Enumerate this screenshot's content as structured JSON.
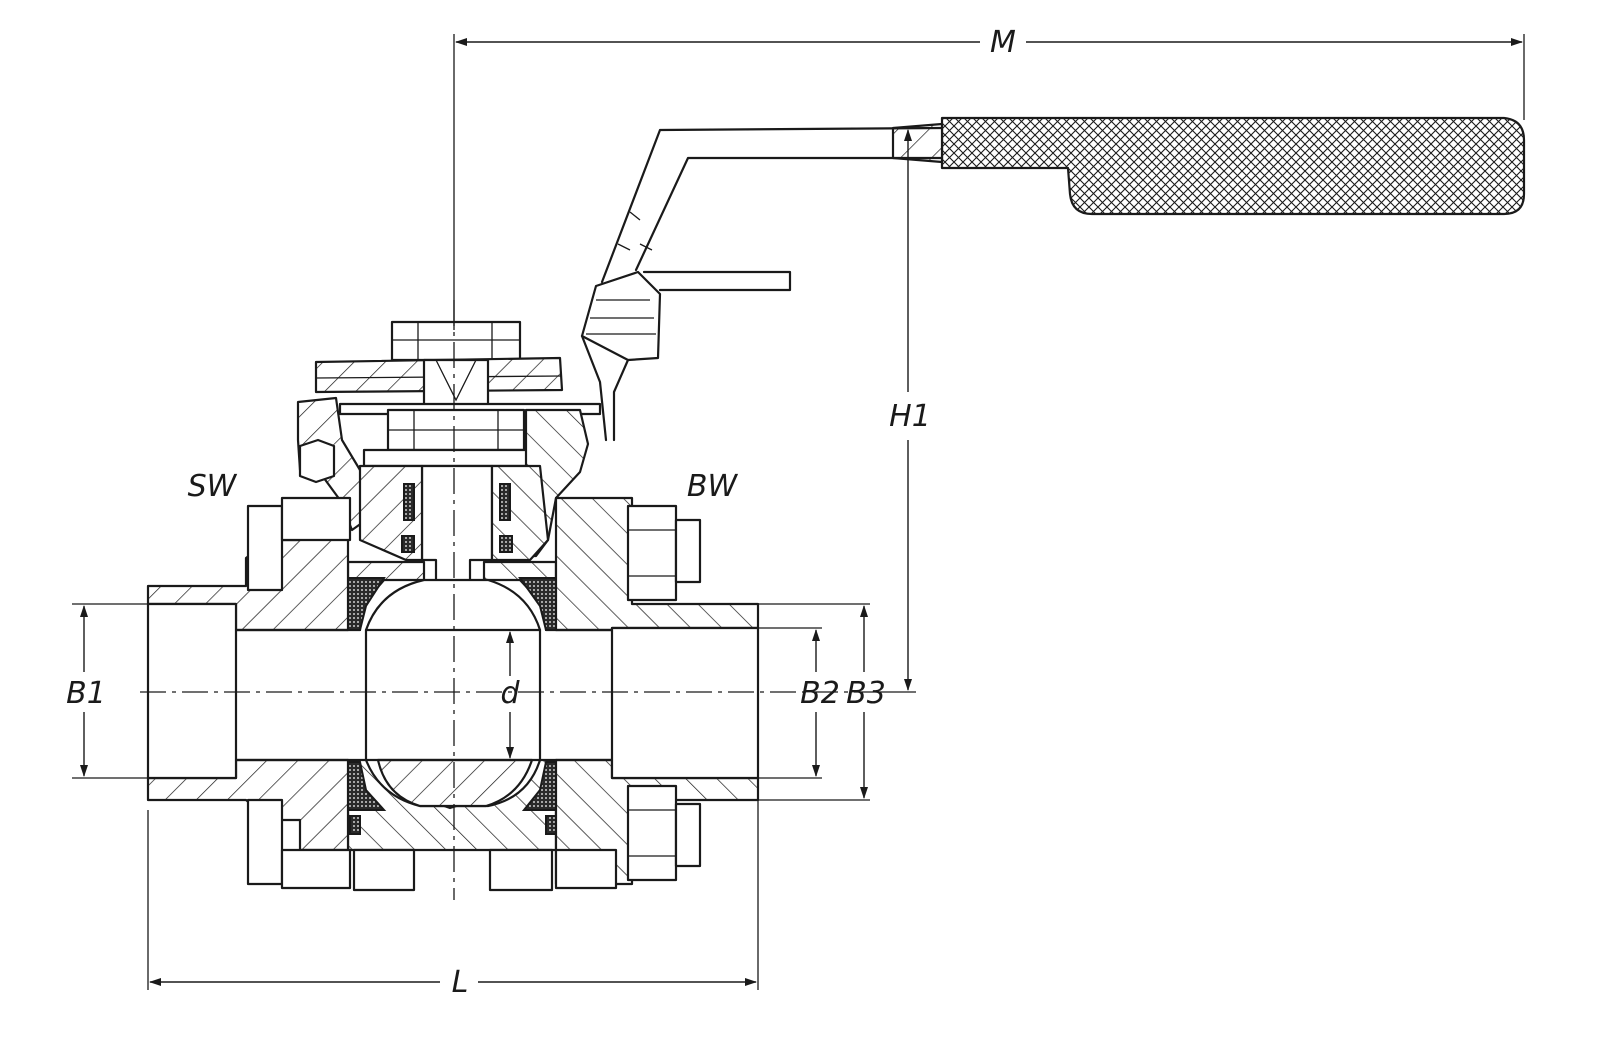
{
  "labels": {
    "dim_m": "M",
    "dim_h1": "H1",
    "dim_l": "L",
    "dim_b1": "B1",
    "dim_b2": "B2",
    "dim_b3": "B3",
    "dim_d": "d",
    "end_sw": "SW",
    "end_bw": "BW"
  },
  "colors": {
    "line": "#1a1a1a",
    "background": "#ffffff"
  }
}
